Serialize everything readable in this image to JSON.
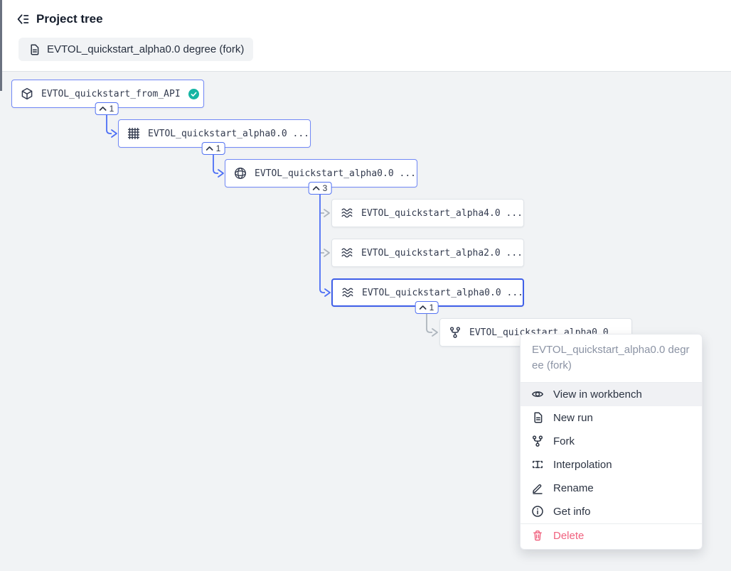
{
  "header": {
    "title": "Project tree",
    "breadcrumb": "EVTOL_quickstart_alpha0.0 degree (fork)"
  },
  "colors": {
    "accent_blue": "#4c6ef5",
    "selected_blue": "#3f5fe8",
    "success_teal": "#15b5a3",
    "danger_pink": "#f0617e",
    "canvas_bg": "#f1f3f5",
    "node_border_default": "#dfe3e8",
    "node_border_path": "#7289f7"
  },
  "tree": {
    "nodes": [
      {
        "label": "EVTOL_quickstart_from_API",
        "icon": "cube-icon",
        "checked": true,
        "state": "path"
      },
      {
        "label": "EVTOL_quickstart_alpha0.0 ...",
        "icon": "grid-icon",
        "checked": false,
        "state": "path"
      },
      {
        "label": "EVTOL_quickstart_alpha0.0 ...",
        "icon": "mesh-icon",
        "checked": true,
        "state": "path"
      },
      {
        "label": "EVTOL_quickstart_alpha4.0 ...",
        "icon": "waves-icon",
        "checked": false,
        "state": "default"
      },
      {
        "label": "EVTOL_quickstart_alpha2.0 ...",
        "icon": "waves-icon",
        "checked": true,
        "state": "default"
      },
      {
        "label": "EVTOL_quickstart_alpha0.0 ...",
        "icon": "waves-icon",
        "checked": false,
        "state": "selected"
      },
      {
        "label": "EVTOL_quickstart_alpha0.0",
        "icon": "fork-icon",
        "checked": false,
        "state": "default"
      }
    ],
    "badges": [
      {
        "count": "1"
      },
      {
        "count": "1"
      },
      {
        "count": "3"
      },
      {
        "count": "1"
      }
    ]
  },
  "menu": {
    "header": "EVTOL_quickstart_alpha0.0 degree (fork)",
    "items": [
      {
        "label": "View in workbench",
        "icon": "eye-icon"
      },
      {
        "label": "New run",
        "icon": "file-icon"
      },
      {
        "label": "Fork",
        "icon": "fork-icon"
      },
      {
        "label": "Interpolation",
        "icon": "interpolation-icon"
      },
      {
        "label": "Rename",
        "icon": "pencil-icon"
      },
      {
        "label": "Get info",
        "icon": "info-icon"
      }
    ],
    "delete": {
      "label": "Delete",
      "icon": "trash-icon"
    }
  }
}
